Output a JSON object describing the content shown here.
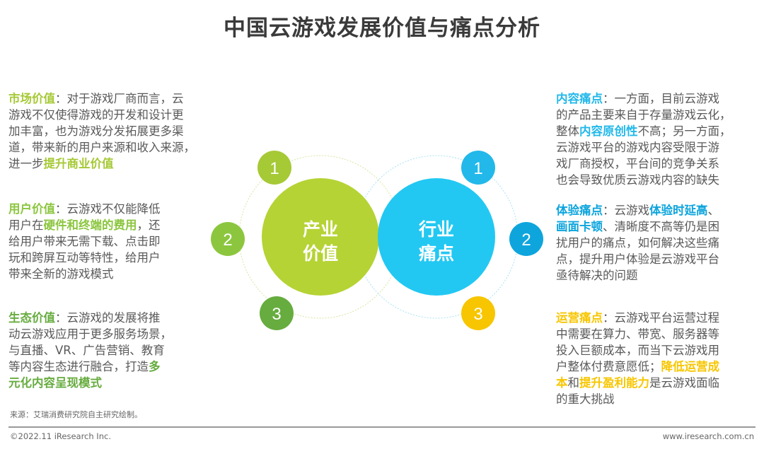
{
  "title": "中国云游戏发展价值与痛点分析",
  "colors": {
    "market": "#a6c936",
    "user": "#8cc63f",
    "eco": "#67ac3f",
    "content": "#22b8ea",
    "experience": "#0ea5dd",
    "ops": "#f7c600",
    "big_green": "#b5d334",
    "big_blue": "#22c8f2"
  },
  "center": {
    "left_circle": {
      "line1": "产业",
      "line2": "价值"
    },
    "right_circle": {
      "line1": "行业",
      "line2": "痛点"
    },
    "left_numbers": [
      "1",
      "2",
      "3"
    ],
    "right_numbers": [
      "1",
      "2",
      "3"
    ]
  },
  "left_blocks": [
    {
      "color_key": "market",
      "lines": [
        [
          {
            "t": "市场价值",
            "hl": true
          },
          {
            "t": "：对于游戏厂商而言，云"
          }
        ],
        [
          {
            "t": "游戏不仅使得游戏的开发和设计更"
          }
        ],
        [
          {
            "t": "加丰富，也为游戏分发拓展更多渠"
          }
        ],
        [
          {
            "t": "道，带来新的用户来源和收入来源，"
          }
        ],
        [
          {
            "t": "进一步"
          },
          {
            "t": "提升商业价值",
            "hl": true
          }
        ]
      ]
    },
    {
      "color_key": "user",
      "lines": [
        [
          {
            "t": "用户价值",
            "hl": true
          },
          {
            "t": "：云游戏不仅能降低"
          }
        ],
        [
          {
            "t": "用户在"
          },
          {
            "t": "硬件和终端的费用",
            "hl": true
          },
          {
            "t": "，还"
          }
        ],
        [
          {
            "t": "给用户带来无需下载、点击即"
          }
        ],
        [
          {
            "t": "玩和跨屏互动等特性，给用户"
          }
        ],
        [
          {
            "t": "带来全新的游戏模式"
          }
        ]
      ]
    },
    {
      "color_key": "eco",
      "lines": [
        [
          {
            "t": "生态价值",
            "hl": true
          },
          {
            "t": "：云游戏的发展将推"
          }
        ],
        [
          {
            "t": "动云游戏应用于更多服务场景，"
          }
        ],
        [
          {
            "t": "与直播、VR、广告营销、教育"
          }
        ],
        [
          {
            "t": "等内容生态进行融合，打造"
          },
          {
            "t": "多",
            "hl": true
          }
        ],
        [
          {
            "t": "元化内容呈现模式",
            "hl": true
          }
        ]
      ]
    }
  ],
  "right_blocks": [
    {
      "color_key": "content",
      "lines": [
        [
          {
            "t": "内容痛点",
            "hl": true
          },
          {
            "t": "：一方面，目前云游戏"
          }
        ],
        [
          {
            "t": "的产品主要来自于存量游戏云化，"
          }
        ],
        [
          {
            "t": "整体"
          },
          {
            "t": "内容原创性",
            "hl": true
          },
          {
            "t": "不高；另一方面，"
          }
        ],
        [
          {
            "t": "云游戏平台的游戏内容受限于游"
          }
        ],
        [
          {
            "t": "戏厂商授权，平台间的竞争关系"
          }
        ],
        [
          {
            "t": "也会导致优质云游戏内容的缺失"
          }
        ]
      ]
    },
    {
      "color_key": "experience",
      "lines": [
        [
          {
            "t": "体验痛点",
            "hl": true
          },
          {
            "t": "：云游戏"
          },
          {
            "t": "体验时延高",
            "hl": true
          },
          {
            "t": "、"
          }
        ],
        [
          {
            "t": "画面卡顿",
            "hl": true
          },
          {
            "t": "、清晰度不高等仍是困"
          }
        ],
        [
          {
            "t": "扰用户的痛点，如何解决这些痛"
          }
        ],
        [
          {
            "t": "点，提升用户体验是云游戏平台"
          }
        ],
        [
          {
            "t": "亟待解决的问题"
          }
        ]
      ]
    },
    {
      "color_key": "ops",
      "lines": [
        [
          {
            "t": "运营痛点",
            "hl": true
          },
          {
            "t": "：云游戏平台运营过程"
          }
        ],
        [
          {
            "t": "中需要在算力、带宽、服务器等"
          }
        ],
        [
          {
            "t": "投入巨额成本，而当下云游戏用"
          }
        ],
        [
          {
            "t": "户整体付费意愿低；"
          },
          {
            "t": "降低运营成",
            "hl": true
          }
        ],
        [
          {
            "t": "本",
            "hl": true
          },
          {
            "t": "和"
          },
          {
            "t": "提升盈利能力",
            "hl": true
          },
          {
            "t": "是云游戏面临"
          }
        ],
        [
          {
            "t": "的重大挑战"
          }
        ]
      ]
    }
  ],
  "footer": {
    "source": "来源：艾瑞消费研究院自主研究绘制。",
    "copyright": "©2022.11 iResearch Inc.",
    "website": "www.iresearch.com.cn"
  }
}
